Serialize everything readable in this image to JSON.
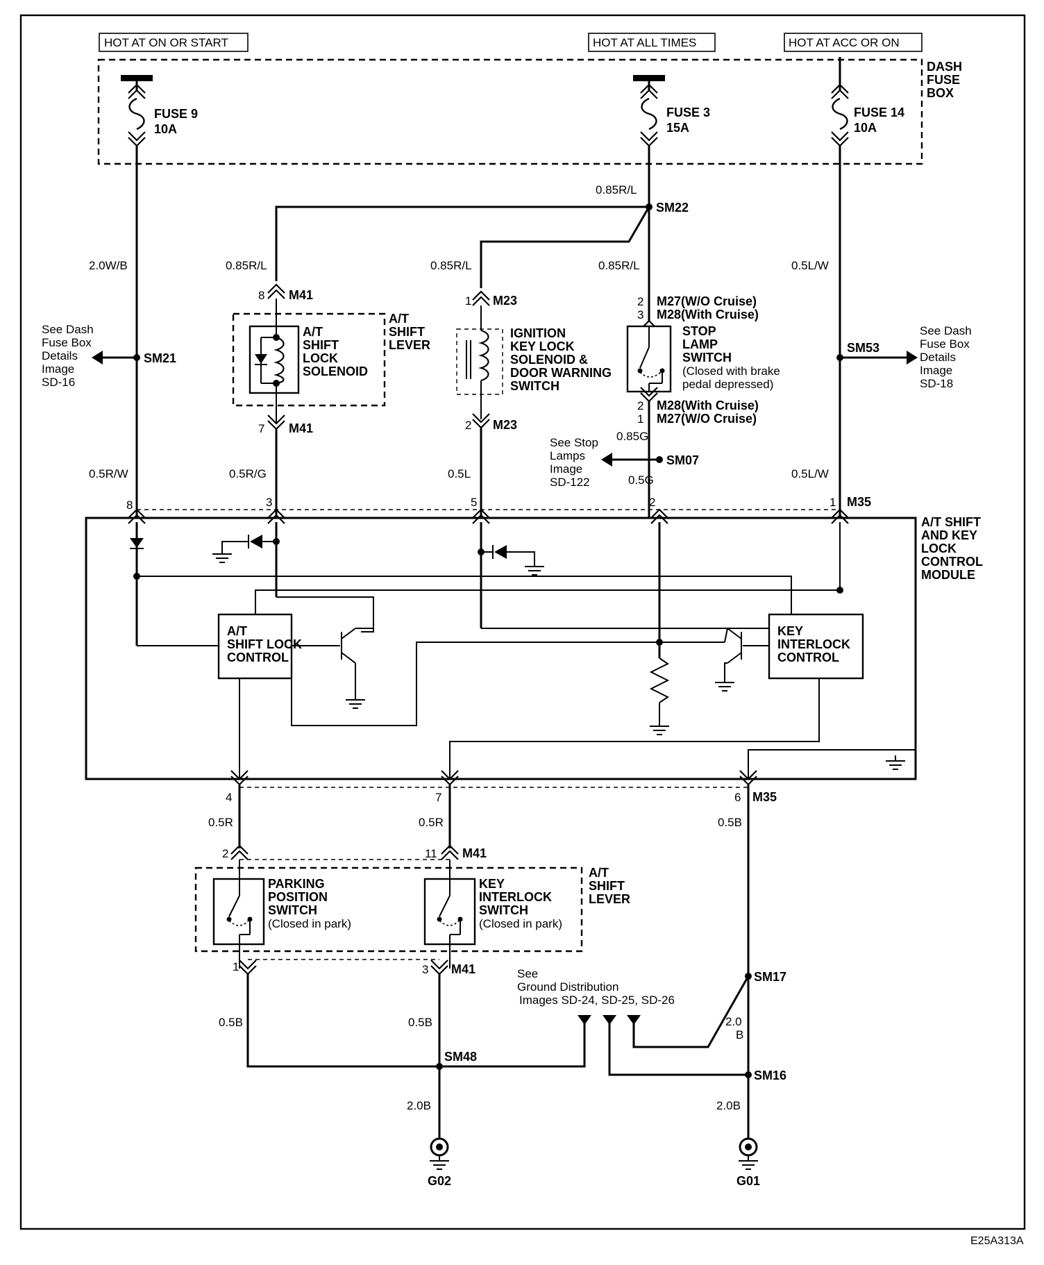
{
  "headers": {
    "hot_on_start": "HOT AT ON OR START",
    "hot_all_times": "HOT AT ALL TIMES",
    "hot_acc_on": "HOT AT ACC OR ON"
  },
  "dash_fuse_box": [
    "DASH",
    "FUSE",
    "BOX"
  ],
  "fuses": {
    "fuse9": {
      "name": "FUSE 9",
      "rating": "10A"
    },
    "fuse3": {
      "name": "FUSE 3",
      "rating": "15A"
    },
    "fuse14": {
      "name": "FUSE 14",
      "rating": "10A"
    }
  },
  "wires": {
    "w_2_0WB": "2.0W/B",
    "w_085RL_top": "0.85R/L",
    "w_085RL_m41": "0.85R/L",
    "w_085RL_m23": "0.85R/L",
    "w_085RL_stop": "0.85R/L",
    "w_05LW_top": "0.5L/W",
    "w_05RW": "0.5R/W",
    "w_05RG": "0.5R/G",
    "w_05L": "0.5L",
    "w_085G": "0.85G",
    "w_05G": "0.5G",
    "w_05LW_bot": "0.5L/W",
    "w_05R_4": "0.5R",
    "w_05R_7": "0.5R",
    "w_05B_6": "0.5B",
    "w_05B_park": "0.5B",
    "w_05B_key": "0.5B",
    "w_20B_sm17": "2.0",
    "w_20B_sm17b": "B",
    "w_20B_g02": "2.0B",
    "w_20B_g01": "2.0B"
  },
  "splices": {
    "sm22": "SM22",
    "sm21": "SM21",
    "sm53": "SM53",
    "sm07": "SM07",
    "sm48": "SM48",
    "sm17": "SM17",
    "sm16": "SM16"
  },
  "connectors": {
    "m41_8": {
      "pin": "8",
      "name": "M41"
    },
    "m41_7": {
      "pin": "7",
      "name": "M41"
    },
    "m23_1": {
      "pin": "1",
      "name": "M23"
    },
    "m23_2": {
      "pin": "2",
      "name": "M23"
    },
    "m27_top": {
      "pin": "2",
      "name": "M27(W/O Cruise)"
    },
    "m28_top": {
      "pin": "3",
      "name": "M28(With Cruise)"
    },
    "m28_bot": {
      "pin": "2",
      "name": "M28(With Cruise)"
    },
    "m27_bot": {
      "pin": "1",
      "name": "M27(W/O Cruise)"
    },
    "m35_pins_top": [
      "8",
      "3",
      "5",
      "2",
      "1"
    ],
    "m35_name_top": "M35",
    "m35_pins_bot": [
      "4",
      "7",
      "6"
    ],
    "m35_name_bot": "M35",
    "m41_2": {
      "pin": "2",
      "name": ""
    },
    "m41_11": {
      "pin": "11",
      "name": "M41"
    },
    "m41_1": {
      "pin": "1",
      "name": ""
    },
    "m41_3": {
      "pin": "3",
      "name": "M41"
    }
  },
  "components": {
    "shift_lock_solenoid": [
      "A/T",
      "SHIFT",
      "LOCK",
      "SOLENOID"
    ],
    "at_shift_lever_top": [
      "A/T",
      "SHIFT",
      "LEVER"
    ],
    "ignition_key": [
      "IGNITION",
      "KEY LOCK",
      "SOLENOID &",
      "DOOR WARNING",
      "SWITCH"
    ],
    "stop_lamp": [
      "STOP",
      "LAMP",
      "SWITCH"
    ],
    "stop_lamp_note": [
      "(Closed with brake",
      "pedal depressed)"
    ],
    "module": [
      "A/T SHIFT",
      "AND KEY",
      "LOCK",
      "CONTROL",
      "MODULE"
    ],
    "shift_lock_control": [
      "A/T",
      "SHIFT LOCK",
      "CONTROL"
    ],
    "key_interlock_control": [
      "KEY",
      "INTERLOCK",
      "CONTROL"
    ],
    "parking_switch": [
      "PARKING",
      "POSITION",
      "SWITCH"
    ],
    "parking_note": "(Closed in park)",
    "key_interlock_switch": [
      "KEY",
      "INTERLOCK",
      "SWITCH"
    ],
    "key_interlock_note": "(Closed in park)",
    "at_shift_lever_bot": [
      "A/T",
      "SHIFT",
      "LEVER"
    ]
  },
  "references": {
    "left_ref": [
      "See Dash",
      "Fuse Box",
      "Details",
      "Image",
      "SD-16"
    ],
    "right_ref": [
      "See Dash",
      "Fuse Box",
      "Details",
      "Image",
      "SD-18"
    ],
    "stop_ref": [
      "See Stop",
      "Lamps",
      "Image",
      "SD-122"
    ],
    "ground_ref": [
      "See",
      "Ground Distribution",
      "Images SD-24, SD-25, SD-26"
    ]
  },
  "grounds": {
    "g02": "G02",
    "g01": "G01"
  },
  "diagram_code": "E25A313A"
}
